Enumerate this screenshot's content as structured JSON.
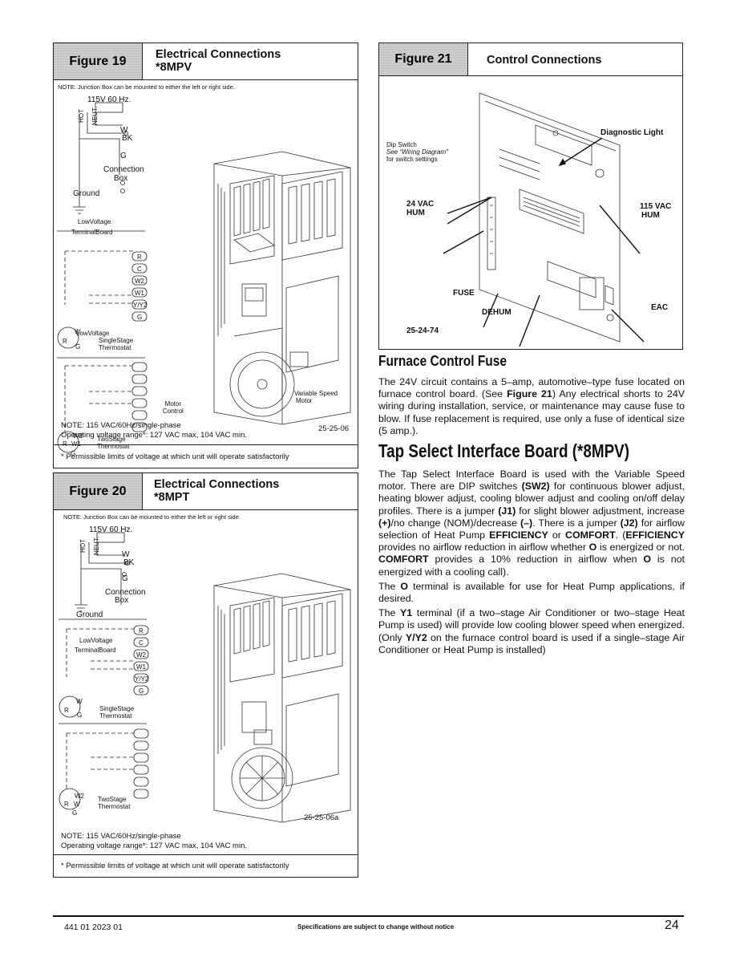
{
  "fig19": {
    "tag": "Figure 19",
    "title_line1": "Electrical Connections",
    "title_line2": "*8MPV",
    "note": "NOTE: Junction Box can be mounted to either the left or right side.",
    "supply": "115V 60 Hz.",
    "hot": "HOT",
    "neut": "NEUT.",
    "w": "W",
    "bk": "BK",
    "g": "G",
    "connection": "Connection",
    "box": "Box",
    "ground": "Ground",
    "low_voltage": "LowVoltage",
    "terminal_board": "TerminalBoard",
    "terminals": [
      "R",
      "C",
      "W2",
      "W1",
      "Y/Y2",
      "G"
    ],
    "single_stage": "SingleStage",
    "thermostat": "Thermostat",
    "two_stage": "TwoStage",
    "tstat_single": [
      "W",
      "R",
      "G"
    ],
    "tstat_two": [
      "W2",
      "R",
      "W1",
      "G"
    ],
    "motor": "Motor",
    "control": "Control",
    "variable_speed": "Variable Speed",
    "vs_motor": "Motor",
    "note_voltage": "NOTE: 115 VAC/60Hz/single-phase",
    "operating": "Operating voltage range*: 127 VAC max, 104 VAC min.",
    "code": "25-25-06",
    "permissible": "* Permissible limits of voltage at which unit will operate satisfactorily"
  },
  "fig20": {
    "tag": "Figure 20",
    "title_line1": "Electrical Connections",
    "title_line2": "*8MPT",
    "note": "NOTE: Junction Box can be mounted to either the left or right side.",
    "supply": "115V 60 Hz.",
    "hot": "HOT",
    "neut": "NEUT.",
    "w": "W",
    "bk": "BK",
    "g": "G",
    "connection": "Connection",
    "box": "Box",
    "ground": "Ground",
    "low_voltage": "LowVoltage",
    "terminal_board": "TerminalBoard",
    "terminals": [
      "R",
      "C",
      "W2",
      "W1",
      "Y/Y2",
      "G"
    ],
    "single_stage": "SingleStage",
    "thermostat": "Thermostat",
    "two_stage": "TwoStage",
    "tstat_single": [
      "W",
      "R",
      "G"
    ],
    "tstat_two": [
      "W2",
      "R",
      "W",
      "G"
    ],
    "code": "25-25-06a",
    "note_voltage": "NOTE: 115 VAC/60Hz/single-phase",
    "operating": "Operating voltage range*: 127 VAC max, 104 VAC min.",
    "permissible": "* Permissible limits of voltage at which unit will operate satisfactorily"
  },
  "fig21": {
    "tag": "Figure 21",
    "title": "Control Connections",
    "diagnostic": "Diagnostic Light",
    "dip_1": "Dip Switch",
    "dip_2": "See “Wiring Diagram”",
    "dip_3": "for switch settings",
    "vac24_1": "24 VAC",
    "vac24_2": "HUM",
    "vac115_1": "115 VAC",
    "vac115_2": "HUM",
    "fuse": "FUSE",
    "dehum": "DEHUM",
    "eac": "EAC",
    "code": "25-24-74"
  },
  "section1": {
    "heading": "Furnace Control Fuse",
    "p1_a": "The 24V circuit contains a 5–amp, automotive–type fuse located on furnace control board. (See ",
    "p1_b": "Figure 21",
    "p1_c": ") Any electrical shorts to 24V wiring during installation, service, or maintenance may cause fuse to blow. If fuse replacement is required, use only a fuse of identical size (5 amp.)."
  },
  "section2": {
    "heading": "Tap Select Interface Board (*8MPV)",
    "p1_a": "The Tap Select Interface Board is used with the Variable Speed motor. There are DIP switches ",
    "p1_b": "(SW2)",
    "p1_c": " for continuous blower adjust, heating blower adjust, cooling blower adjust and cooling on/off delay profiles. There is a jumper ",
    "p1_d": "(J1)",
    "p1_e": " for slight blower adjustment, increase ",
    "p1_f": "(+)",
    "p1_g": "/no change (NOM)/decrease ",
    "p1_h": "(–)",
    "p1_i": ". There is a jumper ",
    "p1_j": "(J2)",
    "p1_k": " for airflow selection of Heat Pump ",
    "p1_l": "EFFICIENCY",
    "p1_m": " or ",
    "p1_n": "COMFORT",
    "p1_o": ". (",
    "p1_p": "EFFICIENCY",
    "p1_q": " provides no airflow reduction in airflow whether ",
    "p1_r": "O",
    "p1_s": " is energized or not. ",
    "p1_t": "COMFORT",
    "p1_u": " provides a 10% reduction in airflow when ",
    "p1_v": "O",
    "p1_w": " is not energized with a cooling call).",
    "p2_a": "The ",
    "p2_b": "O",
    "p2_c": " terminal is available for use for Heat Pump applications, if desired.",
    "p3_a": "The ",
    "p3_b": "Y1",
    "p3_c": " terminal (if a two–stage Air Conditioner or two–stage Heat Pump is used) will provide low cooling blower speed when energized. (Only ",
    "p3_d": "Y/Y2",
    "p3_e": " on the furnace control board is used if a single–stage Air Conditioner or Heat Pump is installed)"
  },
  "footer": {
    "doc_number": "441 01 2023 01",
    "spec_note": "Specifications are subject to change without notice",
    "page": "24"
  }
}
